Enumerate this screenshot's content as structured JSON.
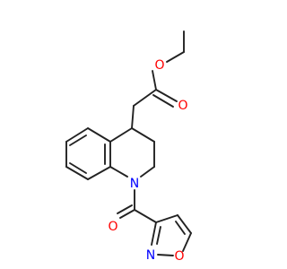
{
  "colors": {
    "bond": "#222222",
    "oxygen": "#ff0000",
    "nitrogen": "#0000ff"
  },
  "molecule": {
    "atoms": {
      "ester_carbonyl_o": "O",
      "ester_o": "O",
      "ring_n": "N",
      "amide_o": "O",
      "isoxazole_n": "N",
      "isoxazole_o": "O"
    }
  }
}
